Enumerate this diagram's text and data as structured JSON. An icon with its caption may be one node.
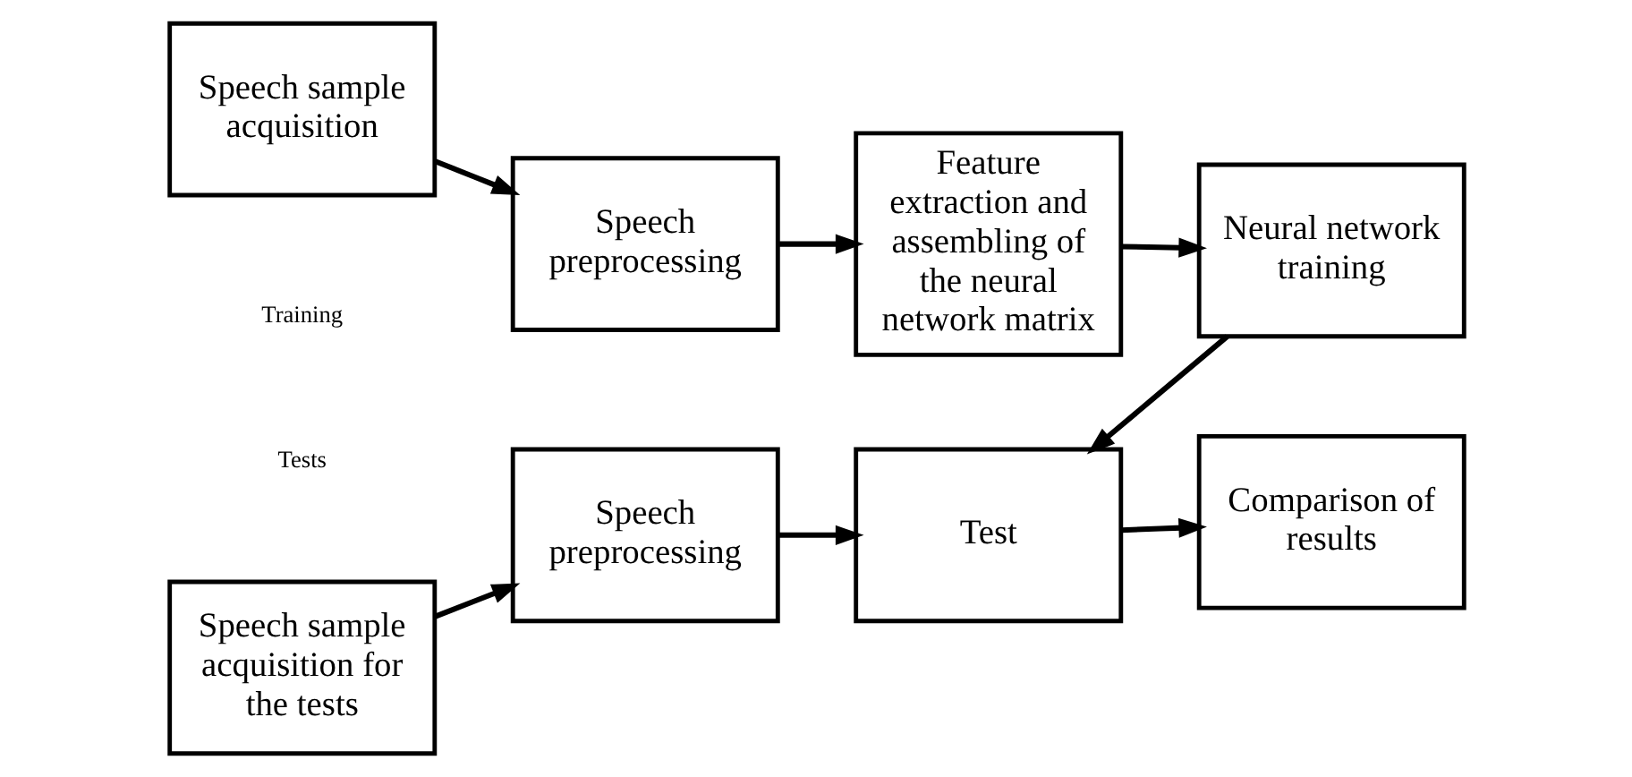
{
  "diagram": {
    "nodes": [
      {
        "text": [
          "Speech sample acquisition"
        ]
      },
      {
        "text": [
          "Speech preprocessing"
        ]
      },
      {
        "text": [
          "Feature extraction and assembling of the neural network matrix"
        ]
      },
      {
        "text": [
          "Neural network training"
        ]
      },
      {
        "text": [
          "Speech sample acquisition for the tests"
        ]
      },
      {
        "text": [
          "Speech preprocessing"
        ]
      },
      {
        "text": [
          "Test"
        ]
      },
      {
        "text": [
          "Comparison of results"
        ]
      }
    ],
    "edges": [
      {
        "from": 0,
        "to": 1,
        "arrow": "to"
      },
      {
        "from": 1,
        "to": 2,
        "arrow": "to"
      },
      {
        "from": 2,
        "to": 3,
        "arrow": "to"
      },
      {
        "from": 3,
        "to": 6,
        "arrow": "to"
      },
      {
        "from": 4,
        "to": 5,
        "arrow": "to"
      },
      {
        "from": 5,
        "to": 6,
        "arrow": "to"
      },
      {
        "from": 6,
        "to": 7,
        "arrow": "to"
      }
    ],
    "labels": [
      "Training",
      "Tests"
    ]
  }
}
